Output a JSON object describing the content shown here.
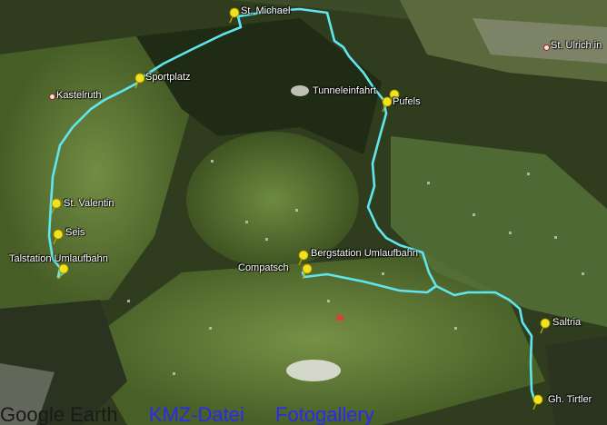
{
  "colors": {
    "route": "#5fe6ef",
    "pin": "#f2e21b",
    "label": "#ffffff",
    "link": "#2a2af0",
    "forest": "#233017",
    "meadow": "#5d7a35"
  },
  "places": [
    {
      "id": "st-michael",
      "label": "St. Michael",
      "icon": "pushpin-icon"
    },
    {
      "id": "sportplatz",
      "label": "Sportplatz",
      "icon": "pushpin-icon"
    },
    {
      "id": "kastelruth",
      "label": "Kastelruth",
      "icon": "town-dot-icon"
    },
    {
      "id": "st-ulrich",
      "label": "St. Ulrich in",
      "icon": "town-dot-icon"
    },
    {
      "id": "tunneleinfahrt",
      "label": "Tunneleinfahrt",
      "icon": "none"
    },
    {
      "id": "pufels",
      "label": "Pufels",
      "icon": "pushpin-icon"
    },
    {
      "id": "st-valentin",
      "label": "St. Valentin",
      "icon": "pushpin-icon"
    },
    {
      "id": "seis",
      "label": "Seis",
      "icon": "pushpin-icon"
    },
    {
      "id": "talstation",
      "label": "Talstation Umlaufbahn",
      "icon": "pushpin-icon"
    },
    {
      "id": "bergstation",
      "label": "Bergstation Umlaufbahn",
      "icon": "pushpin-icon"
    },
    {
      "id": "compatsch",
      "label": "Compatsch",
      "icon": "pushpin-icon"
    },
    {
      "id": "saltria",
      "label": "Saltria",
      "icon": "pushpin-icon"
    },
    {
      "id": "gh-tirtler",
      "label": "Gh. Tirtler",
      "icon": "pushpin-icon"
    }
  ],
  "footer": {
    "brand": "Google Earth",
    "link1": "KMZ-Datei",
    "link2": "Fotogallery"
  }
}
